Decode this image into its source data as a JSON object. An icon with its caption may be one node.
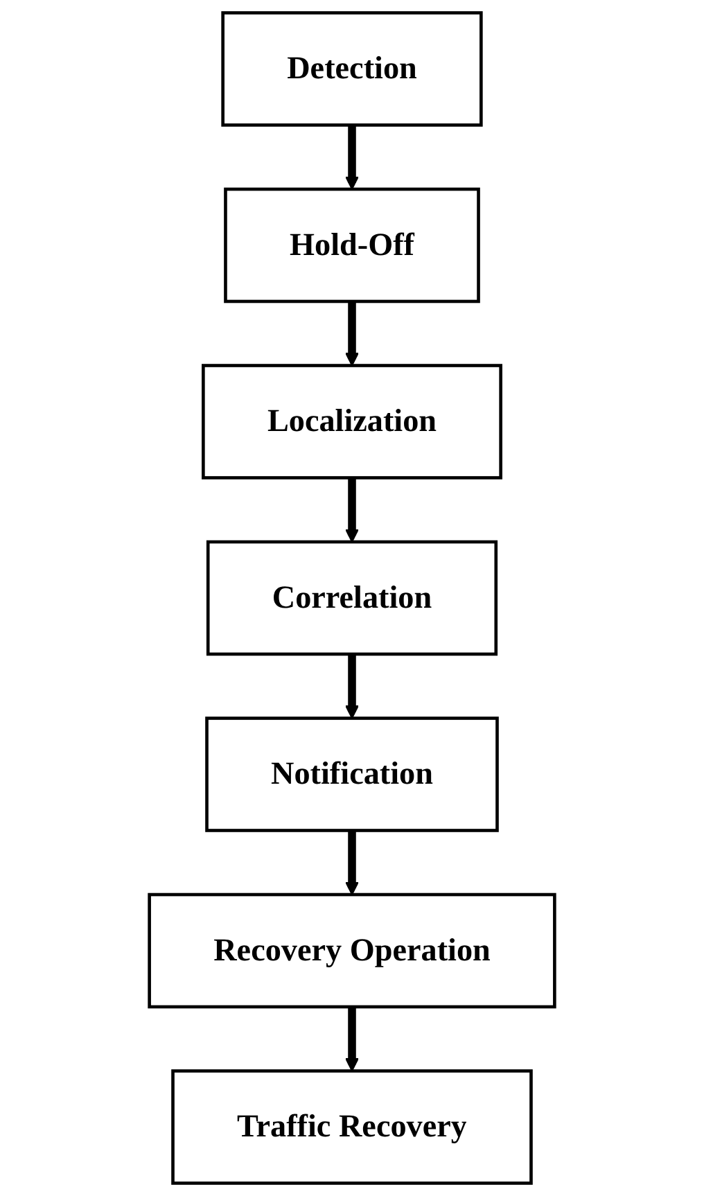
{
  "diagram": {
    "nodes": [
      {
        "text": [
          "Detection"
        ]
      },
      {
        "text": [
          "Hold-Off"
        ]
      },
      {
        "text": [
          "Localization"
        ]
      },
      {
        "text": [
          "Correlation"
        ]
      },
      {
        "text": [
          "Notification"
        ]
      },
      {
        "text": [
          "Recovery Operation"
        ]
      },
      {
        "text": [
          "Traffic Recovery"
        ]
      }
    ],
    "edges": [
      {
        "from": 0,
        "to": 1,
        "arrow": "to"
      },
      {
        "from": 1,
        "to": 2,
        "arrow": "to"
      },
      {
        "from": 2,
        "to": 3,
        "arrow": "to"
      },
      {
        "from": 3,
        "to": 4,
        "arrow": "to"
      },
      {
        "from": 4,
        "to": 5,
        "arrow": "to"
      },
      {
        "from": 5,
        "to": 6,
        "arrow": "to"
      }
    ]
  }
}
